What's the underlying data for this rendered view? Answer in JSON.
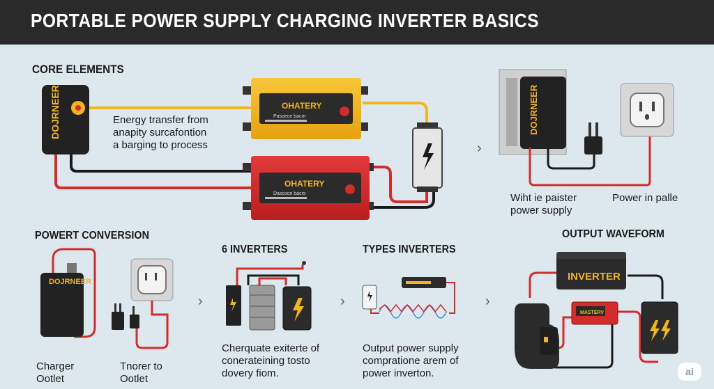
{
  "title": "PORTABLE POWER SUPPLY CHARGING INVERTER BASICS",
  "sections": {
    "core_elements": "CORE ELEMENTS",
    "power_conversion": "POWERT CONVERSION",
    "six_inverters": "6 INVERTERS",
    "types_inverters": "TYPES INVERTERS",
    "output_waveform": "OUTPUT WAVEFORM"
  },
  "devices": {
    "charger_brand": "DOJRNEER",
    "battery_top_label": "OHATERY",
    "battery_top_sub": "Pasoece bacnr",
    "battery_bottom_label": "OHATERY",
    "battery_bottom_sub": "Dascoce bacrs",
    "inverter_label": "INVERTER",
    "mini_inverter_label": "MASTERV"
  },
  "captions": {
    "energy_transfer": [
      "Energy transfer from",
      "anapity surcafontion",
      "a barging to process"
    ],
    "wall_supply": [
      "Wiht ie paister",
      "power supply"
    ],
    "power_in": "Power in palle",
    "charger_outlet": [
      "Charger",
      "Ootlet"
    ],
    "toorer_outlet": [
      "Tnorer to",
      "Ootlet"
    ],
    "inverters_caption": [
      "Cherquate exiterte of",
      "conerateining tosto",
      "dovery fiom."
    ],
    "types_caption": [
      "Output power supply",
      "compratione arem of",
      "power inverton."
    ]
  },
  "arrow_glyph": "›",
  "badge": "ai",
  "colors": {
    "background": "#dde8ee",
    "title_bar": "#2a2a2a",
    "yellow": "#f2b51c",
    "red": "#d42b2b",
    "wire_black": "#1a1a1a",
    "device_dark": "#222222"
  }
}
